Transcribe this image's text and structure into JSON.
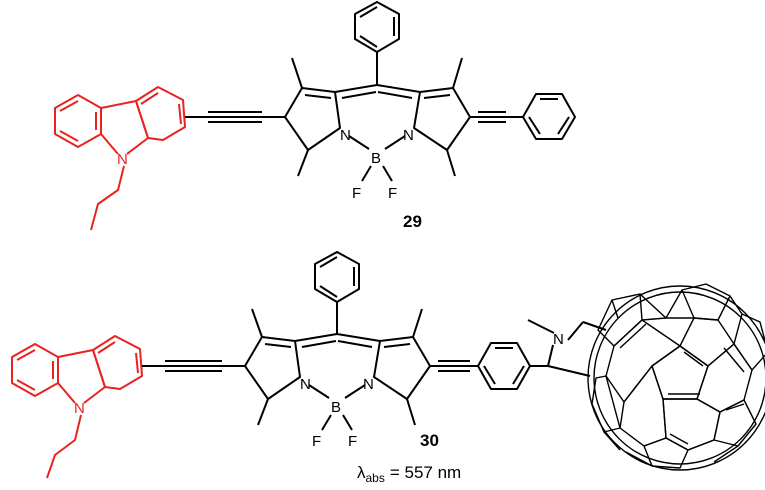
{
  "colors": {
    "carbazole": "#e8231f",
    "bond": "#000000",
    "background": "#ffffff"
  },
  "atoms": {
    "nitrogen": "N",
    "boron": "B",
    "fluorine": "F"
  },
  "compounds": [
    {
      "label": "29"
    },
    {
      "label": "30",
      "lambda_symbol": "λ",
      "lambda_subscript": "abs",
      "lambda_value": "= 557 nm"
    }
  ]
}
